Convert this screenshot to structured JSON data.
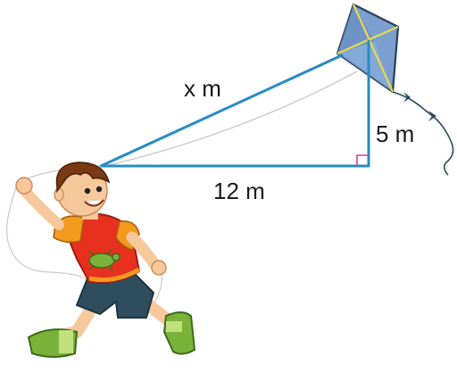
{
  "labels": {
    "hypotenuse": "x m",
    "vertical": "5 m",
    "base": "12 m"
  },
  "colors": {
    "triangle": "#2a8bc4",
    "right_angle_marker": "#d63ca2",
    "kite_fill": "#7a9fd0",
    "kite_frame": "#e8d84a",
    "kite_edge": "#2c3e5a",
    "shirt": "#e8301f",
    "sleeves": "#f39a1e",
    "shorts": "#2e4e5e",
    "hair": "#7a3a12",
    "skin": "#f7c89c",
    "shoes": "#7ab23a"
  },
  "icons": {
    "kite": "kite-icon",
    "boy": "boy-running-icon"
  }
}
